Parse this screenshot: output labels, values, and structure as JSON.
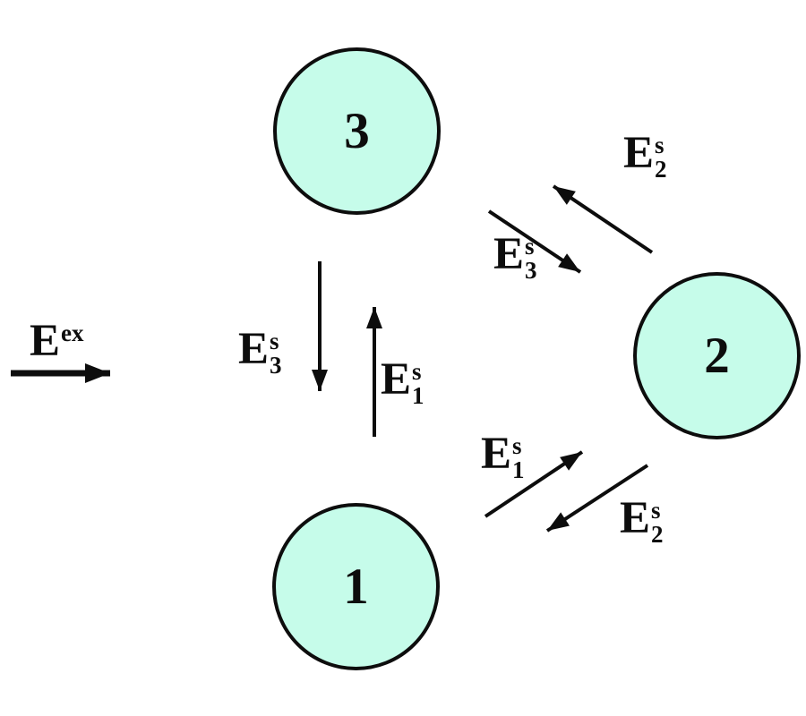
{
  "colors": {
    "background": "#ffffff",
    "node_fill": "#c6fcea",
    "node_stroke": "#0d0d0d",
    "arrow_color": "#0d0d0d",
    "text_color": "#0d0d0d"
  },
  "nodes": [
    {
      "label": "3"
    },
    {
      "label": "2"
    },
    {
      "label": "1"
    }
  ],
  "labels": {
    "external": {
      "base": "E",
      "sup": "ex",
      "sub": ""
    },
    "e3s_vertical": {
      "base": "E",
      "sup": "s",
      "sub": "3"
    },
    "e1s_vertical": {
      "base": "E",
      "sup": "s",
      "sub": "1"
    },
    "e3s_upper": {
      "base": "E",
      "sup": "s",
      "sub": "3"
    },
    "e2s_upper": {
      "base": "E",
      "sup": "s",
      "sub": "2"
    },
    "e1s_lower": {
      "base": "E",
      "sup": "s",
      "sub": "1"
    },
    "e2s_lower": {
      "base": "E",
      "sup": "s",
      "sub": "2"
    }
  },
  "edges": [
    {
      "from": "external",
      "to": "system",
      "label": "E^ex",
      "direction": "right"
    },
    {
      "from": "3",
      "to": "1",
      "label": "E^s_3",
      "direction": "down"
    },
    {
      "from": "1",
      "to": "3",
      "label": "E^s_1",
      "direction": "up"
    },
    {
      "from": "3",
      "to": "2",
      "label": "E^s_3",
      "direction": "down-right"
    },
    {
      "from": "2",
      "to": "3",
      "label": "E^s_2",
      "direction": "up-left"
    },
    {
      "from": "1",
      "to": "2",
      "label": "E^s_1",
      "direction": "up-right"
    },
    {
      "from": "2",
      "to": "1",
      "label": "E^s_2",
      "direction": "down-left"
    }
  ]
}
